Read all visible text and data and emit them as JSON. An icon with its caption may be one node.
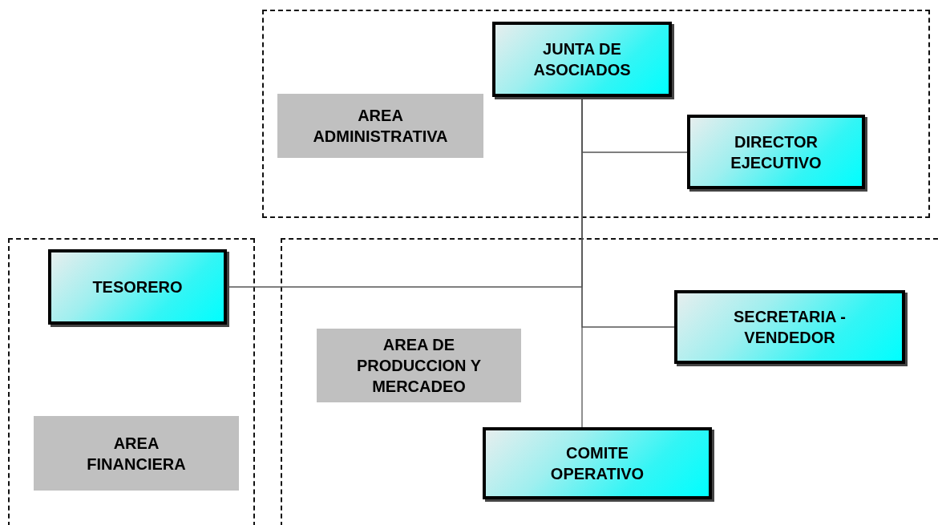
{
  "diagram": {
    "nodes": [
      {
        "text": [],
        "shape": "box"
      },
      {
        "text": [
          "JUNTA DE ASOCIADOS"
        ],
        "in": 0
      },
      {
        "text": [
          "AREA ADMINISTRATIVA"
        ],
        "in": 0
      },
      {
        "text": [
          "DIRECTOR EJECUTIVO"
        ],
        "in": 0
      },
      {
        "text": [],
        "shape": "box"
      },
      {
        "text": [],
        "shape": "box"
      },
      {
        "text": [
          "TESORERO"
        ],
        "in": 4
      },
      {
        "text": [
          "SECRETARIA - VENDEDOR"
        ],
        "in": 5
      },
      {
        "text": [
          "AREA DE PRODUCCION Y MERCADEO"
        ],
        "in": 5
      },
      {
        "text": [
          "AREA FINANCIERA"
        ],
        "in": 4
      },
      {
        "text": [
          "COMITE OPERATIVO"
        ],
        "in": 5
      }
    ],
    "edges": [
      {
        "from": 1,
        "to": 3,
        "arrow": "none"
      },
      {
        "from": 1,
        "to": 6,
        "arrow": "none"
      },
      {
        "from": 1,
        "to": 7,
        "arrow": "none"
      },
      {
        "from": 1,
        "to": 10,
        "arrow": "none"
      }
    ]
  }
}
